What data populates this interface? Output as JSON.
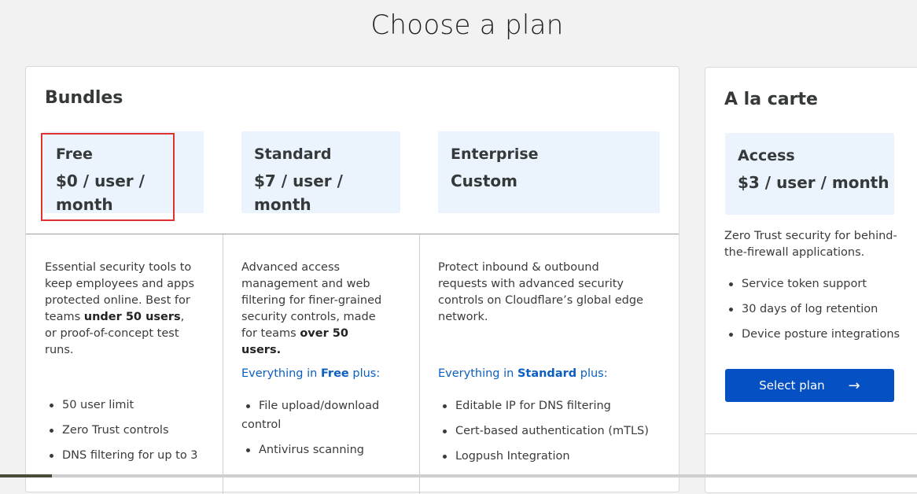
{
  "page": {
    "title": "Choose a plan"
  },
  "bundles": {
    "title": "Bundles",
    "plans": [
      {
        "name": "Free",
        "price": "$0 / user / month",
        "price_line1": "$0 / user /",
        "price_line2": "month",
        "description_parts": [
          "Essential security tools to keep employees and apps protected online. Best for teams ",
          "under 50 users",
          ", or proof-of-concept test runs."
        ],
        "features": [
          "50 user limit",
          "Zero Trust controls",
          "DNS filtering for up to 3"
        ]
      },
      {
        "name": "Standard",
        "price": "$7 / user / month",
        "price_line1": "$7 / user /",
        "price_line2": "month",
        "description_parts": [
          "Advanced access management and web filtering for finer-grained security controls, made for teams ",
          "over 50 users."
        ],
        "plus_parts": [
          "Everything in ",
          "Free",
          " plus:"
        ],
        "features": [
          "File upload/download control",
          "Antivirus scanning"
        ]
      },
      {
        "name": "Enterprise",
        "price": "Custom",
        "description": "Protect inbound & outbound requests with advanced security controls on Cloudflare’s global edge network.",
        "plus_parts": [
          "Everything in ",
          "Standard",
          " plus:"
        ],
        "features": [
          "Editable IP for DNS filtering",
          "Cert-based authentication (mTLS)",
          "Logpush Integration"
        ]
      }
    ]
  },
  "alacarte": {
    "title": "A la carte",
    "plan": {
      "name": "Access",
      "price": "$3 / user / month",
      "description": "Zero Trust security for behind-the-firewall applications.",
      "features": [
        "Service token support",
        "30 days of log retention",
        "Device posture integrations"
      ],
      "button_label": "Select plan",
      "button_icon": "arrow-right-icon"
    }
  },
  "colors": {
    "accent": "#0551c4",
    "plan_bg": "#ebf3fd",
    "highlight": "#e03131",
    "link": "#0b5fc0"
  }
}
